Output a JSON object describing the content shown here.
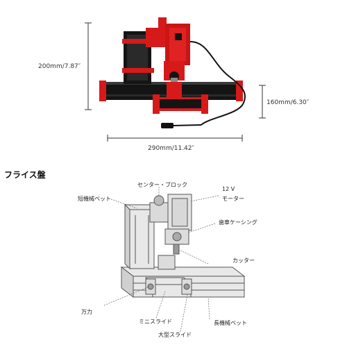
{
  "dimensions": {
    "height": "200mm/7.87″",
    "depth": "160mm/6.30″",
    "width": "290mm/11.42″"
  },
  "section_title": "フライス盤",
  "parts": {
    "center_block": "センター・ブロック",
    "short_bed": "短機械ベット",
    "motor_voltage": "12 V",
    "motor": "モーター",
    "gear_casing": "歯車ケーシング",
    "cutter": "カッター",
    "vise": "万力",
    "mini_slide": "ミニスライド",
    "long_bed": "長機械ベット",
    "large_slide": "大型スライド"
  },
  "colors": {
    "machine_red": "#d61a1a",
    "machine_black": "#141414",
    "aluminum": "#c8c8c8"
  }
}
